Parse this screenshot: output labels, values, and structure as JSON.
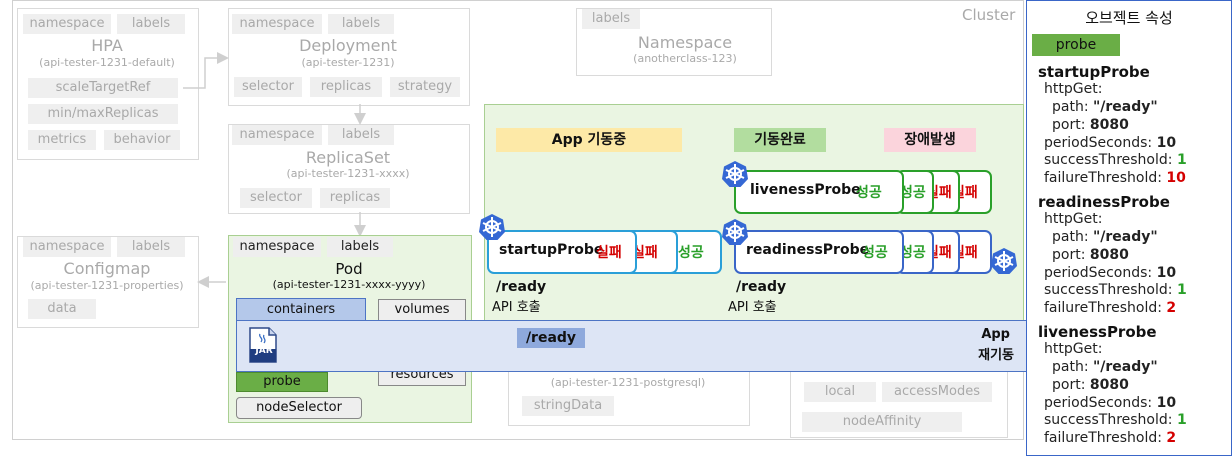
{
  "cluster_label": "Cluster",
  "hpa": {
    "chips": [
      "namespace",
      "labels"
    ],
    "title": "HPA",
    "sub": "(api-tester-1231-default)",
    "items": [
      "scaleTargetRef",
      "min/maxReplicas",
      "metrics",
      "behavior"
    ]
  },
  "deployment": {
    "chips": [
      "namespace",
      "labels"
    ],
    "title": "Deployment",
    "sub": "(api-tester-1231)",
    "items": [
      "selector",
      "replicas",
      "strategy"
    ]
  },
  "namespace_box": {
    "chips": [
      "labels"
    ],
    "title": "Namespace",
    "sub": "(anotherclass-123)"
  },
  "replicaset": {
    "chips": [
      "namespace",
      "labels"
    ],
    "title": "ReplicaSet",
    "sub": "(api-tester-1231-xxxx)",
    "items": [
      "selector",
      "replicas"
    ]
  },
  "configmap": {
    "chips": [
      "namespace",
      "labels"
    ],
    "title": "Configmap",
    "sub": "(api-tester-1231-properties)",
    "items": [
      "data"
    ]
  },
  "pod": {
    "chips": [
      "namespace",
      "labels"
    ],
    "title": "Pod",
    "sub": "(api-tester-1231-xxxx-yyyy)",
    "containers": "containers",
    "volumes": "volumes",
    "resources": "resources",
    "probe": "probe",
    "node_selector": "nodeSelector"
  },
  "secret": {
    "sub": "(api-tester-1231-postgresql)",
    "items": [
      "stringData"
    ]
  },
  "pv": {
    "items": [
      "local",
      "accessModes",
      "nodeAffinity"
    ]
  },
  "flow": {
    "stage1": "App 기동중",
    "stage2": "기동완료",
    "stage3": "장애발생"
  },
  "startup": {
    "name": "startupProbe",
    "fail": "실패",
    "success": "성공"
  },
  "liveness": {
    "name": "livenessProbe",
    "success": "성공",
    "fail": "실패"
  },
  "readiness": {
    "name": "readinessProbe",
    "success": "성공",
    "fail": "실패"
  },
  "api_left": {
    "path": "/ready",
    "label": "API 호출"
  },
  "api_right": {
    "path": "/ready",
    "label": "API 호출"
  },
  "app_bar": {
    "endpoint": "/ready",
    "jar": "JAR",
    "restart_line1": "App",
    "restart_line2": "재기동"
  },
  "attrs": {
    "title": "오브젝트 속성",
    "tag": "probe",
    "startupProbe": {
      "name": "startupProbe",
      "httpGet": "httpGet:",
      "path_key": "path:",
      "path_val": "\"/ready\"",
      "port_key": "port:",
      "port_val": "8080",
      "period_key": "periodSeconds:",
      "period_val": "10",
      "success_key": "successThreshold:",
      "success_val": "1",
      "failure_key": "failureThreshold:",
      "failure_val": "10"
    },
    "readinessProbe": {
      "name": "readinessProbe",
      "httpGet": "httpGet:",
      "path_key": "path:",
      "path_val": "\"/ready\"",
      "port_key": "port:",
      "port_val": "8080",
      "period_key": "periodSeconds:",
      "period_val": "10",
      "success_key": "successThreshold:",
      "success_val": "1",
      "failure_key": "failureThreshold:",
      "failure_val": "2"
    },
    "livenessProbe": {
      "name": "livenessProbe",
      "httpGet": "httpGet:",
      "path_key": "path:",
      "path_val": "\"/ready\"",
      "port_key": "port:",
      "port_val": "8080",
      "period_key": "periodSeconds:",
      "period_val": "10",
      "success_key": "successThreshold:",
      "success_val": "1",
      "failure_key": "failureThreshold:",
      "failure_val": "2"
    }
  },
  "colors": {
    "green_panel": "#eaf5e2",
    "app_bar": "#dde5f5",
    "probe_chip": "#6aae46",
    "stage1": "#fde9a7",
    "stage2": "#b2dd9f",
    "stage3": "#fbd4dc",
    "k8s": "#3568d4",
    "arrow_blue": "#2a9fd8"
  }
}
